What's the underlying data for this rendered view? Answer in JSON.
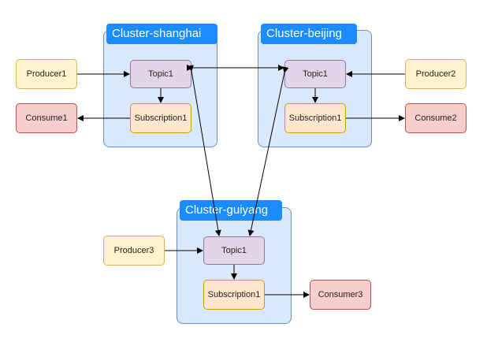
{
  "clusters": {
    "shanghai": {
      "title": "Cluster-shanghai",
      "topic": "Topic1",
      "subscription": "Subscription1",
      "producer": "Producer1",
      "consumer": "Consume1"
    },
    "beijing": {
      "title": "Cluster-beijing",
      "topic": "Topic1",
      "subscription": "Subscription1",
      "producer": "Producer2",
      "consumer": "Consume2"
    },
    "guiyang": {
      "title": "Cluster-guiyang",
      "topic": "Topic1",
      "subscription": "Subscription1",
      "producer": "Producer3",
      "consumer": "Consumer3"
    }
  },
  "colors": {
    "cluster_fill": "#dae8fc",
    "cluster_border": "#6c8ebf",
    "cluster_title_bg": "#1a8cff",
    "producer_fill": "#fff2cc",
    "consumer_fill": "#f8cecc",
    "topic_fill": "#e1d5e7",
    "subscription_fill": "#ffe6cc",
    "arrow": "#000000"
  }
}
